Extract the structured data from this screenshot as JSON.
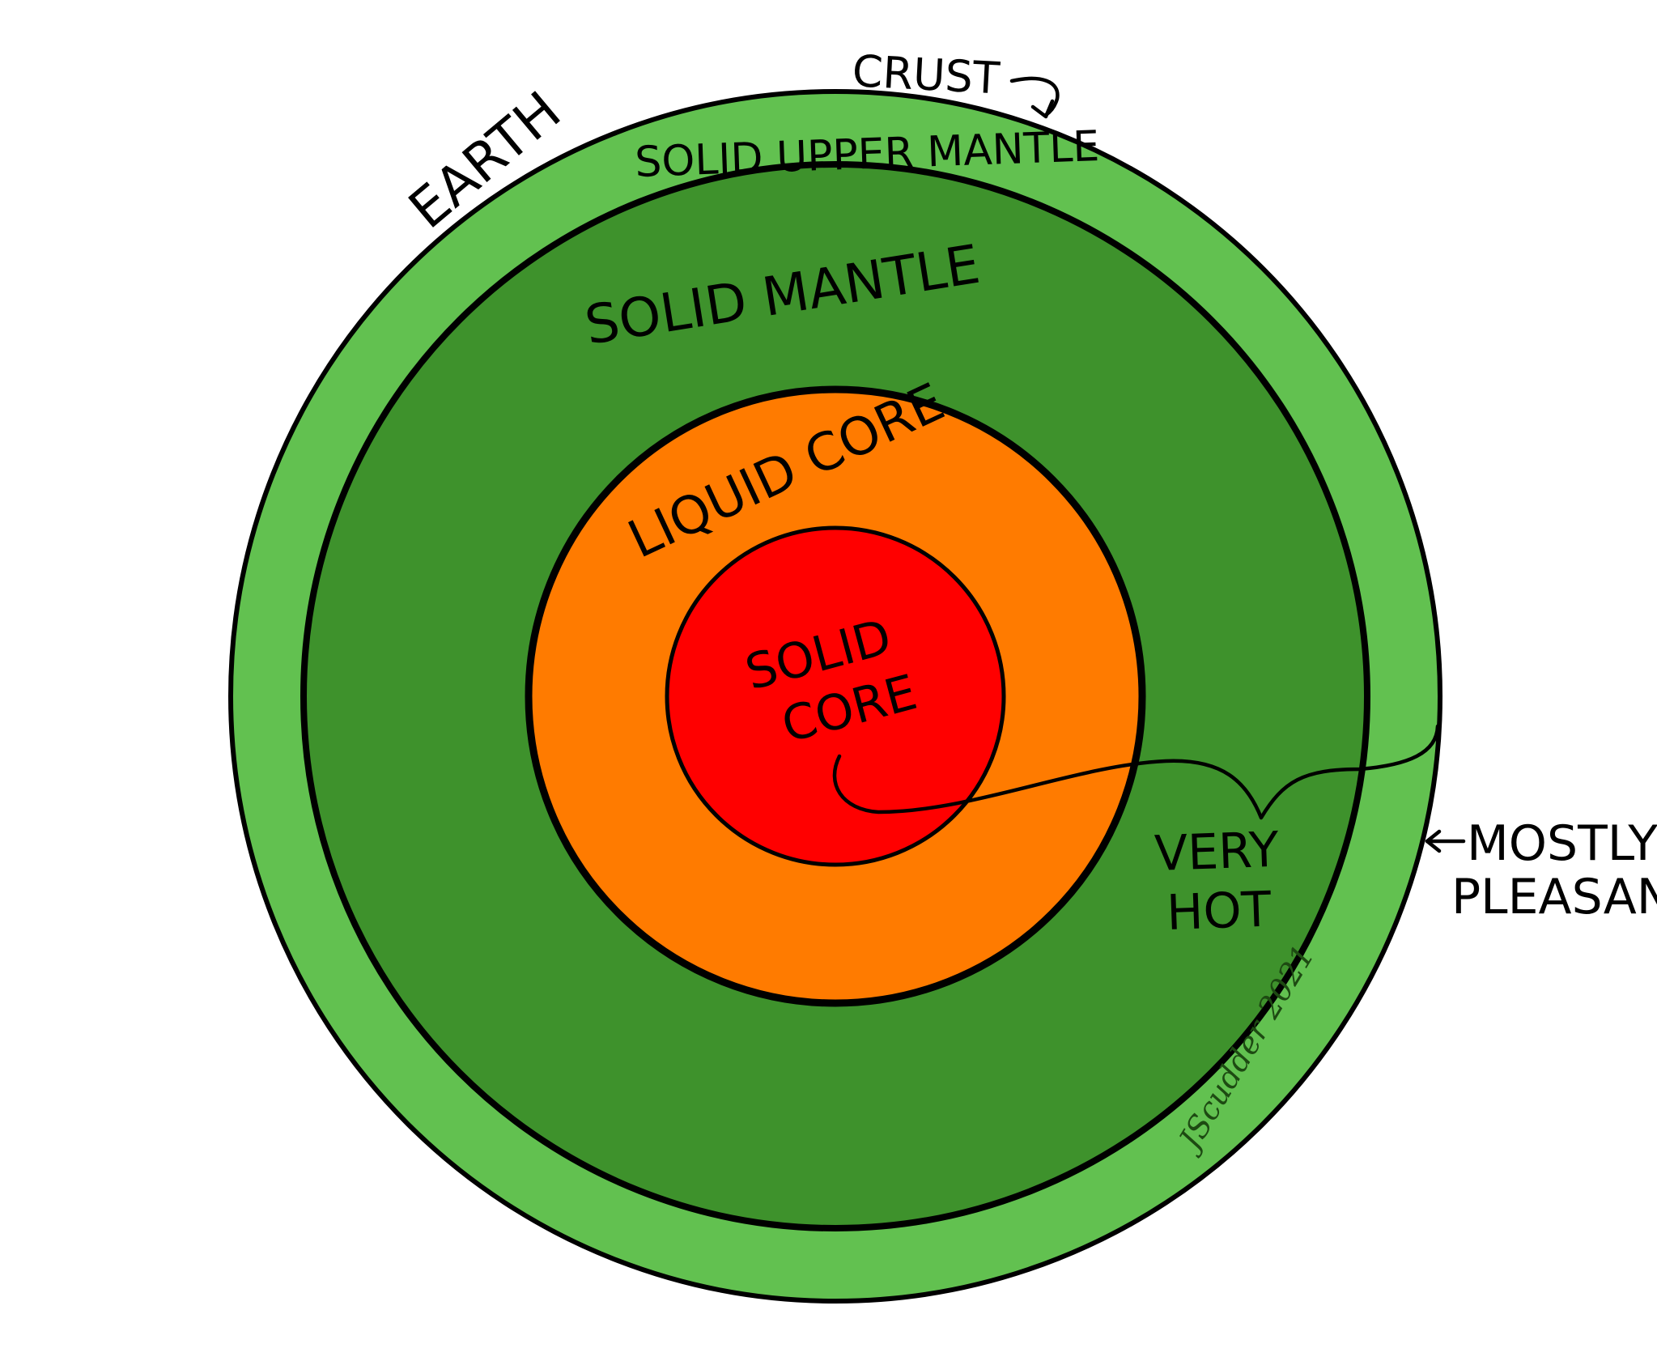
{
  "diagram": {
    "labels": {
      "earth": "EARTH",
      "crust": "CRUST",
      "solid_upper_mantle": "SOLID UPPER MANTLE",
      "solid_mantle": "SOLID MANTLE",
      "liquid_core": "LIQUID CORE",
      "solid_core_line1": "SOLID",
      "solid_core_line2": "CORE",
      "very_hot_line1": "VERY",
      "very_hot_line2": "HOT",
      "mostly_pleasant_line1": "MOSTLY",
      "mostly_pleasant_line2": "PLEASANT"
    },
    "signature": "JScudder 2021",
    "colors": {
      "background": "#ffffff",
      "upper_mantle": "#62c150",
      "mantle": "#3e922c",
      "liquid_core": "#ff7b00",
      "solid_core": "#ff0000",
      "outline": "#000000"
    }
  }
}
